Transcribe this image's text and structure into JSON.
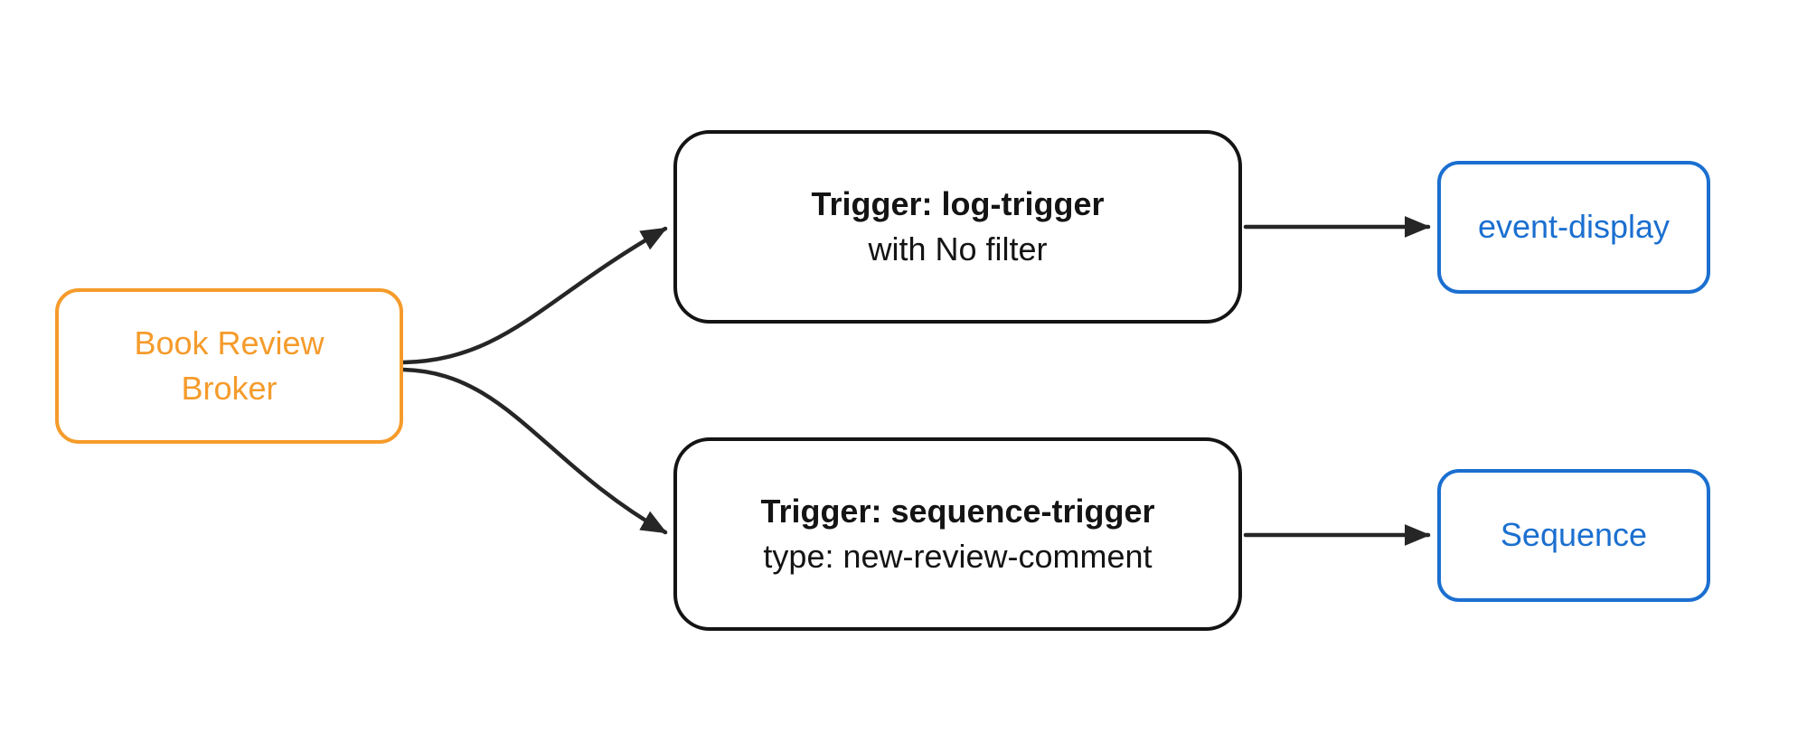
{
  "diagram": {
    "nodes": {
      "broker": {
        "label": "Book Review Broker"
      },
      "log_trigger": {
        "title": "Trigger: log-trigger",
        "subtitle": "with No filter"
      },
      "sequence_trigger": {
        "title": "Trigger: sequence-trigger",
        "subtitle": "type: new-review-comment"
      },
      "event_display": {
        "label": "event-display"
      },
      "sequence": {
        "label": "Sequence"
      }
    },
    "edges": [
      {
        "from": "broker",
        "to": "log_trigger"
      },
      {
        "from": "broker",
        "to": "sequence_trigger"
      },
      {
        "from": "log_trigger",
        "to": "event_display"
      },
      {
        "from": "sequence_trigger",
        "to": "sequence"
      }
    ],
    "colors": {
      "broker_accent": "#f59b2b",
      "trigger_border": "#141414",
      "sink_accent": "#1b6fd0",
      "edge": "#262626",
      "background": "#ffffff"
    }
  }
}
